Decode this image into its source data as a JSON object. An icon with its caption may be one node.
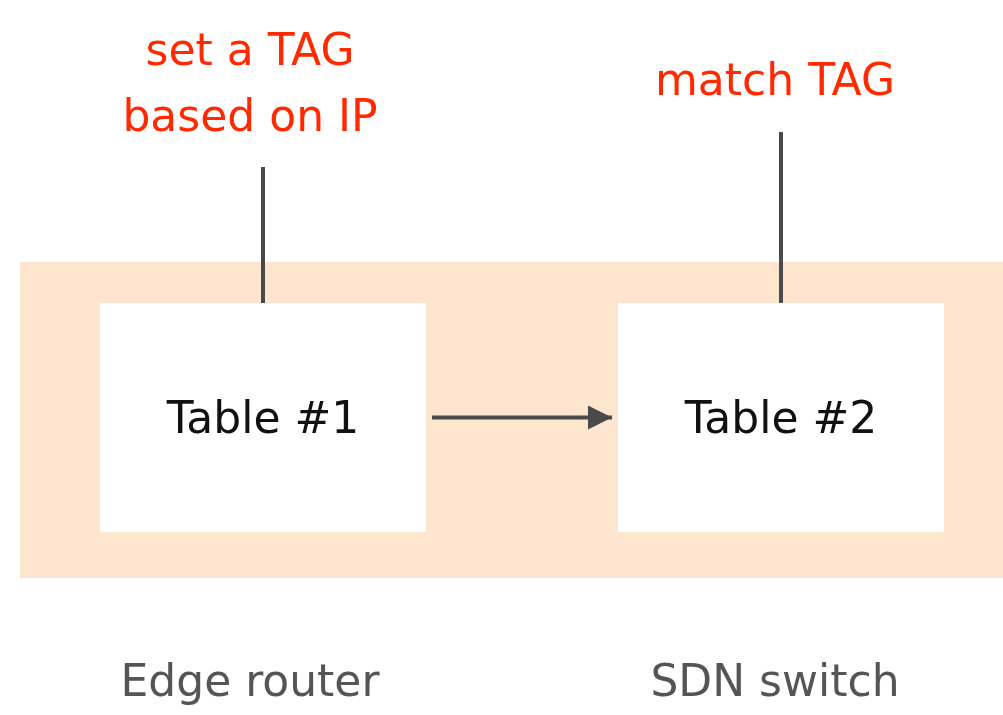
{
  "diagram": {
    "nodes": [
      {
        "text": [],
        "shape": "box"
      },
      {
        "text": [
          "Table #1"
        ],
        "in": 0
      },
      {
        "text": [
          "Table #2"
        ],
        "in": 0
      },
      {
        "text": [
          "set a TAG based on IP"
        ]
      },
      {
        "text": [
          "match TAG"
        ]
      }
    ],
    "edges": [
      {
        "from": 1,
        "to": 2,
        "arrow": "to"
      },
      {
        "from": 3,
        "to": 1,
        "arrow": "none"
      },
      {
        "from": 4,
        "to": 2,
        "arrow": "none"
      }
    ],
    "labels": [
      "Edge router",
      "SDN switch"
    ]
  }
}
